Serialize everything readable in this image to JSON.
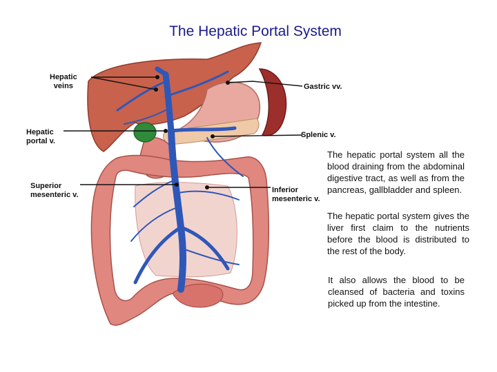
{
  "title": "The Hepatic Portal System",
  "labels": {
    "hepatic_veins": [
      "Hepatic",
      "veins"
    ],
    "hepatic_portal": [
      "Hepatic",
      "portal v."
    ],
    "superior_mesenteric": [
      "Superior",
      "mesenteric v."
    ],
    "gastric": "Gastric vv.",
    "splenic": "Splenic v.",
    "inferior_mesenteric": [
      "Inferior",
      "mesenteric v."
    ]
  },
  "paragraphs": [
    "The hepatic portal system all the blood draining from the abdominal digestive tract, as well as from the pancreas, gallbladder and spleen.",
    "The hepatic portal system gives the liver first claim to the nutrients before the blood is distributed to the rest of the body.",
    "It also allows the blood to be cleansed of bacteria and toxins picked up from the intestine."
  ],
  "colors": {
    "title": "#1a1a8c",
    "liver": "#c8624c",
    "vein": "#2f57b8",
    "intestine": "#e0877f",
    "spleen": "#9c2f2c",
    "gallbladder": "#2f8a3a",
    "stomach": "#e9a9a0"
  }
}
